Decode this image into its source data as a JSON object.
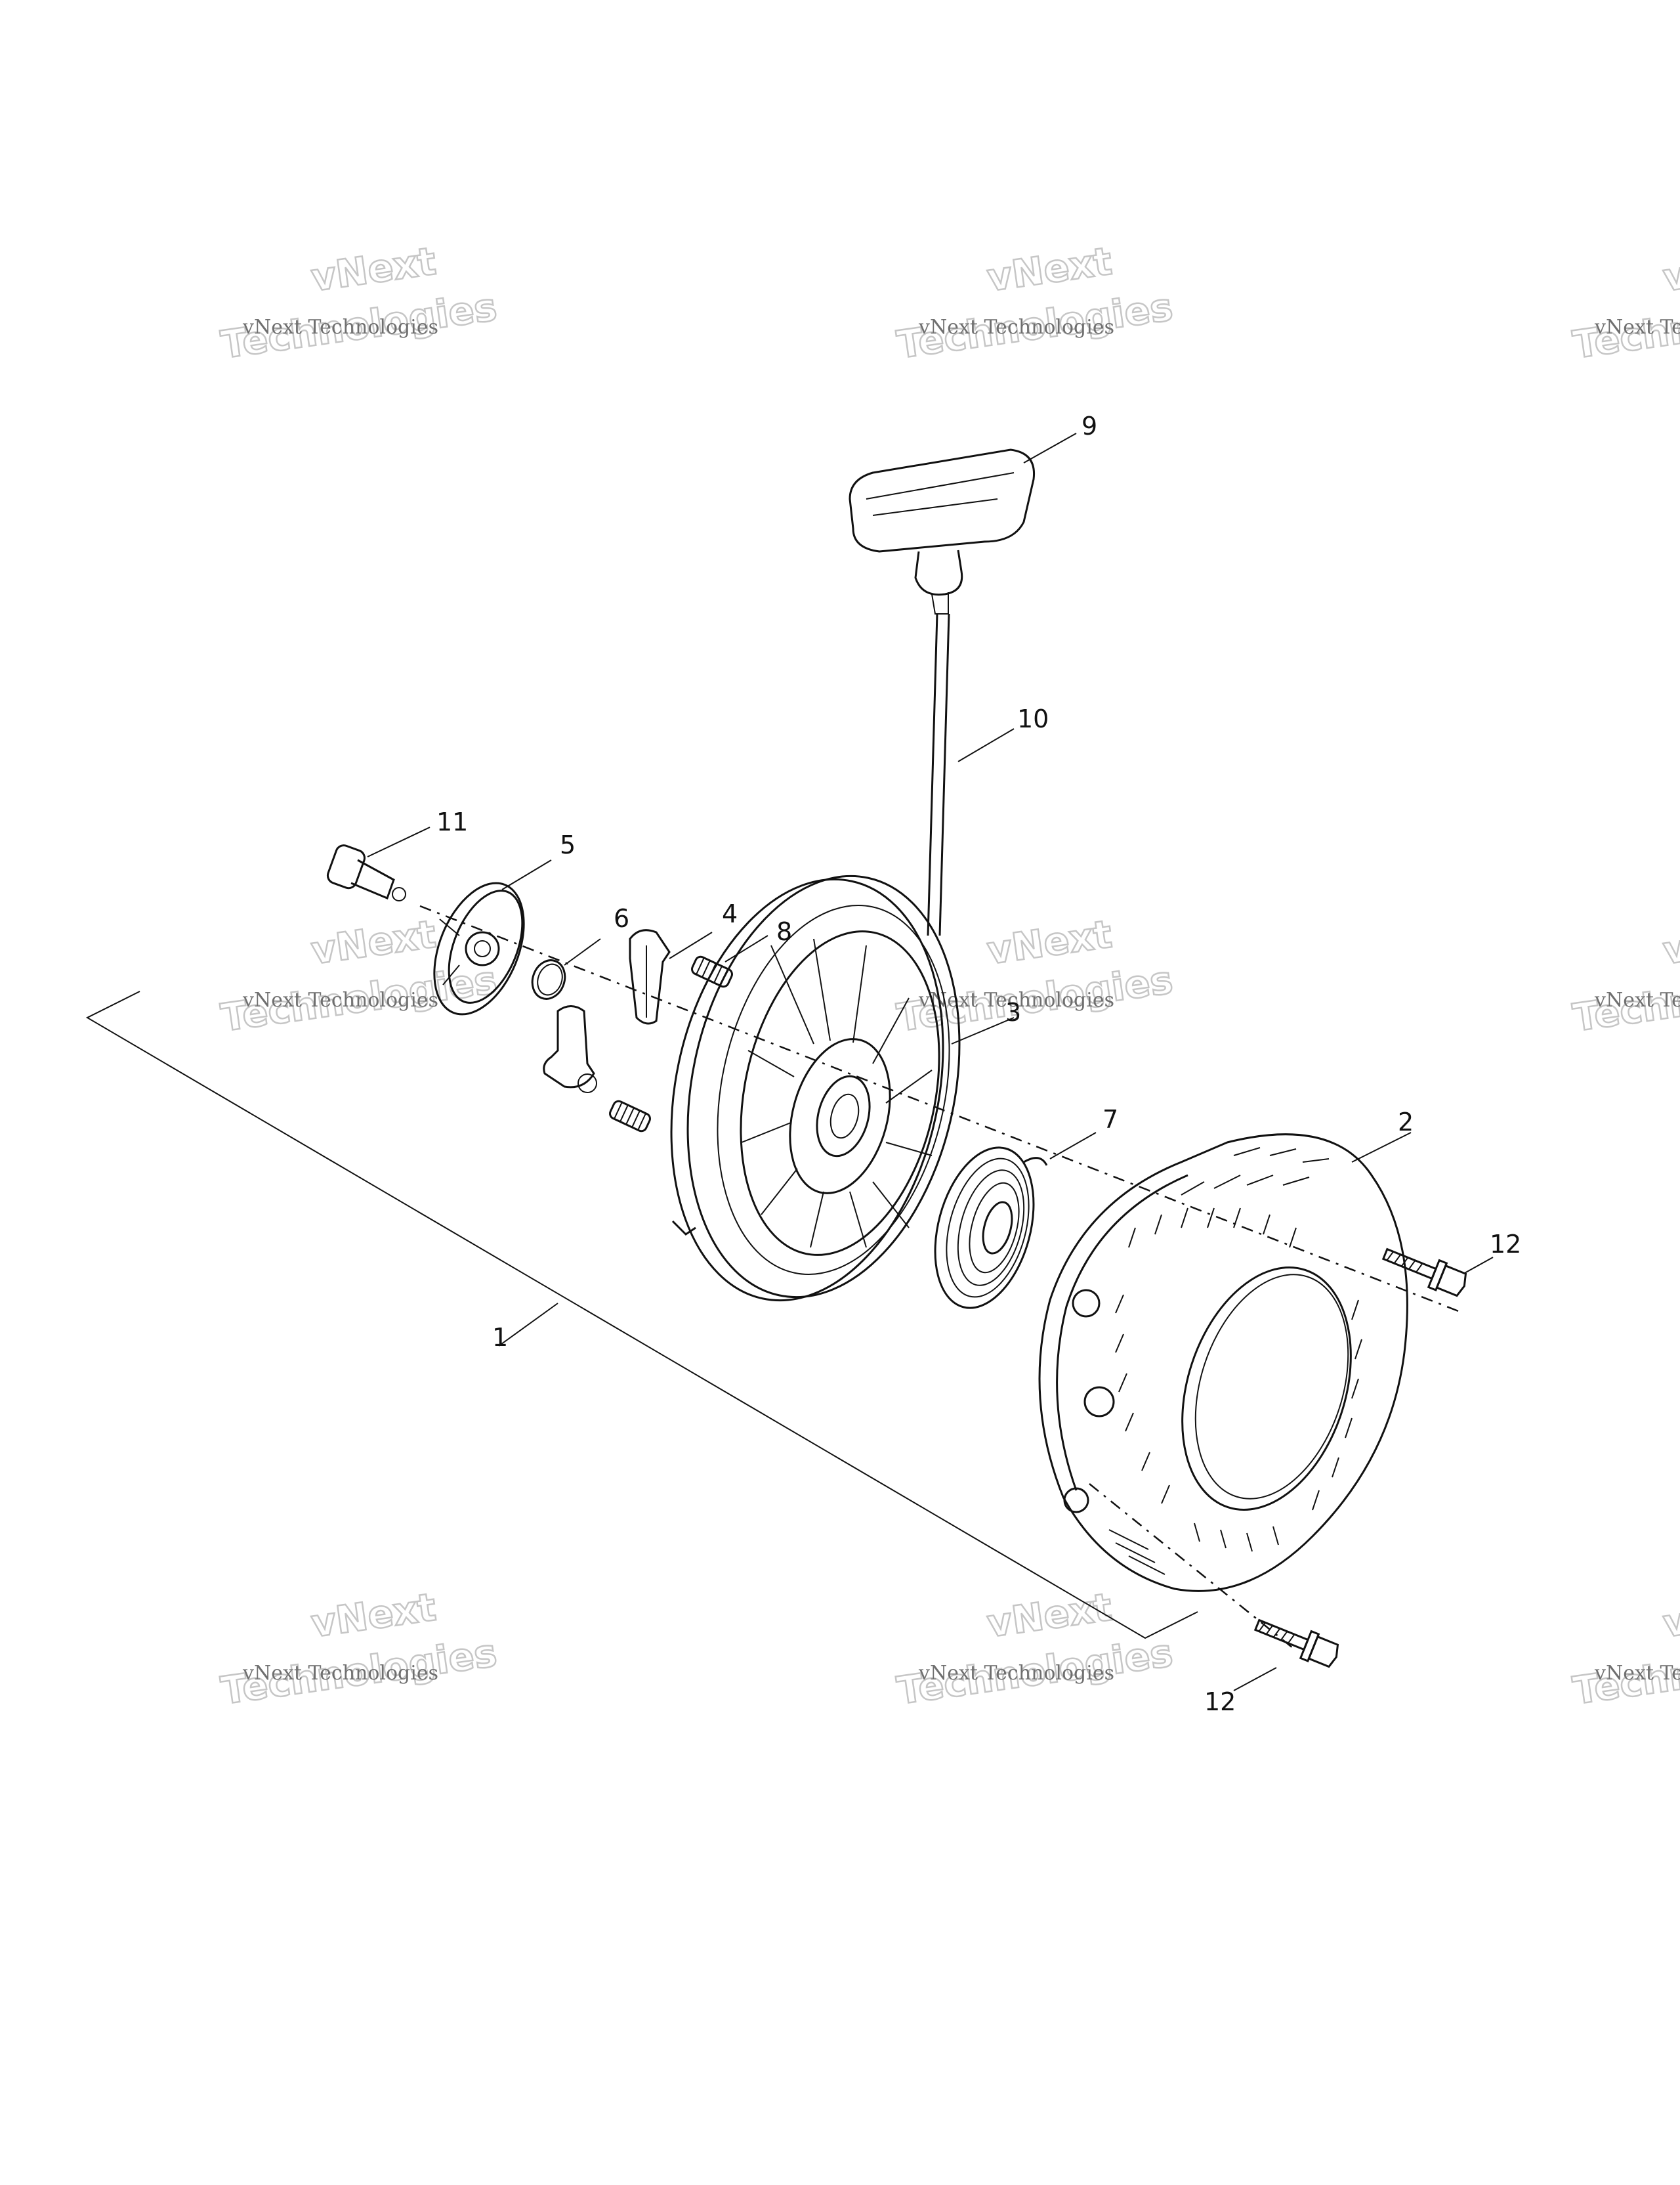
{
  "watermark": {
    "small_text": "vNext Technologies",
    "big_line1": "vNext",
    "big_line2": "Technologies"
  },
  "callouts": {
    "c1": "1",
    "c2": "2",
    "c3": "3",
    "c4": "4",
    "c5": "5",
    "c6": "6",
    "c7": "7",
    "c8": "8",
    "c9": "9",
    "c10": "10",
    "c11": "11",
    "c12a": "12",
    "c12b": "12"
  }
}
